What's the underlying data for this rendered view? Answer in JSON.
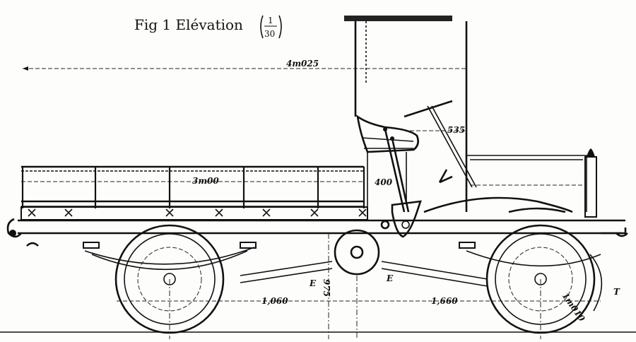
{
  "figure": {
    "title": "Fig 1 Elévation",
    "scale_numerator": "1",
    "scale_denominator": "30"
  },
  "dimensions": {
    "overall_length": "4m025",
    "body_length": "3m00",
    "seat_depth": "400",
    "steering_offset": "535",
    "rear_half_wheelbase": "1,060",
    "front_half_wheelbase": "1,660",
    "frame_height": "975",
    "wheel_diameter": "1m010"
  },
  "labels": {
    "spring_rear": "E",
    "spring_front": "E",
    "tire": "T"
  },
  "colors": {
    "ink": "#111111",
    "paper": "#fdfdfc"
  }
}
